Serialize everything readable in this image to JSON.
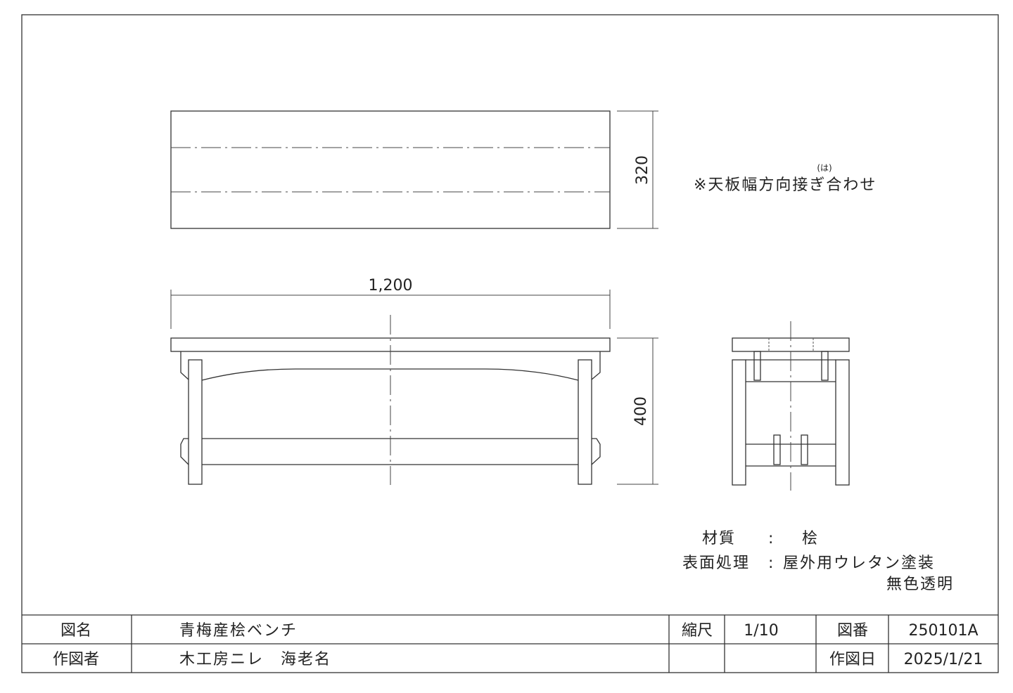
{
  "drawing": {
    "dim_width": "1,200",
    "dim_depth": "320",
    "dim_height": "400",
    "note_ruby": "(は)",
    "note": "※天板幅方向接ぎ合わせ",
    "material_label": "材質",
    "material_sep": ":",
    "material_value": "桧",
    "finish_label": "表面処理",
    "finish_sep": ":",
    "finish_value": "屋外用ウレタン塗装",
    "finish_value2": "無色透明"
  },
  "title_block": {
    "name_label": "図名",
    "name_value": "青梅産桧ベンチ",
    "scale_label": "縮尺",
    "scale_value": "1/10",
    "number_label": "図番",
    "number_value": "250101A",
    "author_label": "作図者",
    "author_value": "木工房ニレ　海老名",
    "date_label": "作図日",
    "date_value": "2025/1/21"
  }
}
